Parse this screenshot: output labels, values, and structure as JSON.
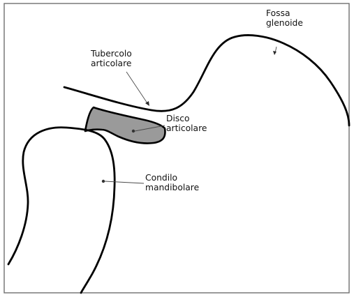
{
  "labels": {
    "fossa_glenoide": [
      "Fossa",
      "glenoide"
    ],
    "tubercolo_articolare": [
      "Tubercolo",
      "articolare"
    ],
    "disco_articolare": [
      "Disco",
      "articolare"
    ],
    "condilo_mandibolare": [
      "Condilo",
      "mandibolare"
    ]
  },
  "colors": {
    "outline": "#000000",
    "disc_fill": "#9a9a9a",
    "frame": "#6f6f6f",
    "background": "#ffffff"
  }
}
